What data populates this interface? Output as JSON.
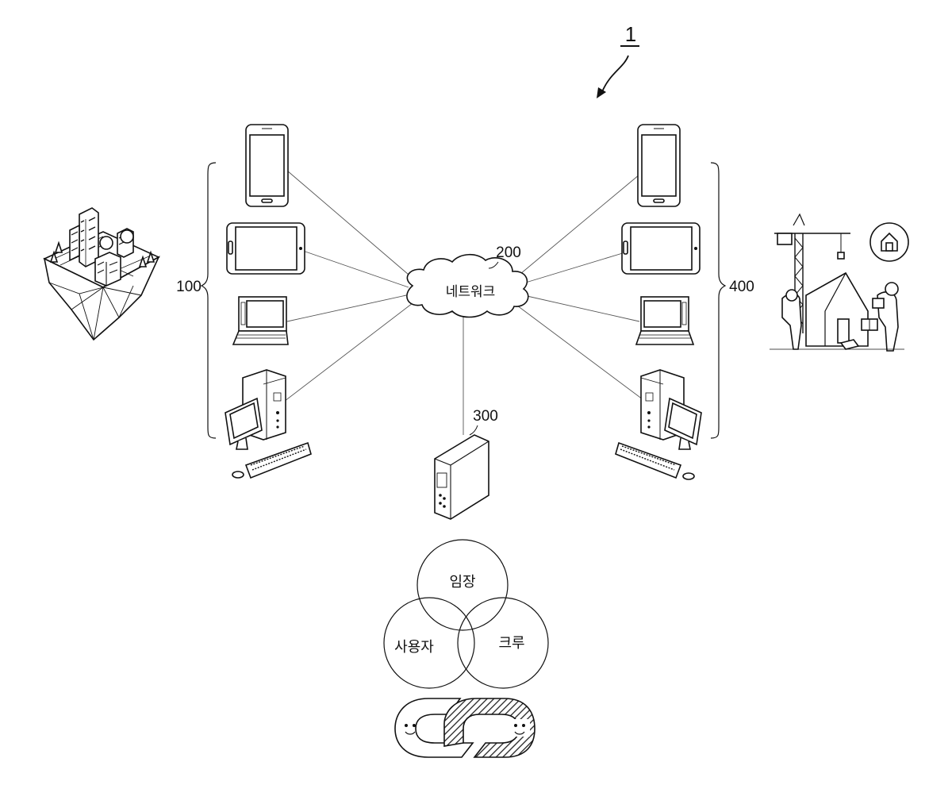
{
  "diagram": {
    "system_ref": "1",
    "network": {
      "ref": "200",
      "label": "네트워크"
    },
    "left_group_ref": "100",
    "right_group_ref": "400",
    "server_ref": "300",
    "venn": {
      "top": "임장",
      "left": "사용자",
      "right": "크루"
    }
  }
}
